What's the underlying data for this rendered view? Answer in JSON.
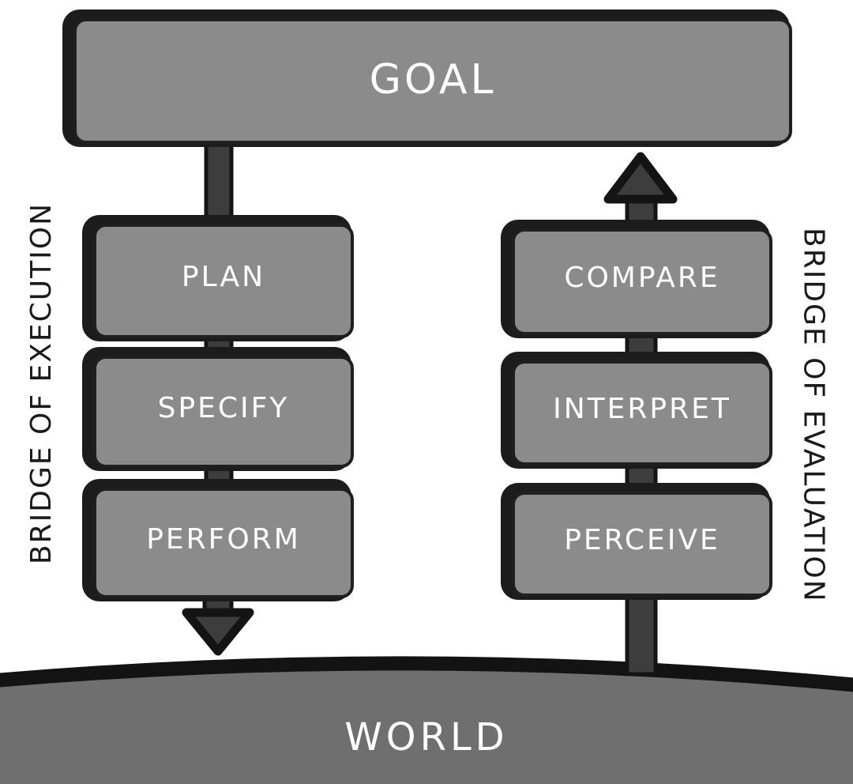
{
  "goal": {
    "label": "GOAL"
  },
  "world": {
    "label": "WORLD"
  },
  "execution": {
    "bridge_label": "BRIDGE OF EXECUTION",
    "arrow": "down",
    "from": "GOAL",
    "to": "WORLD",
    "stages": [
      {
        "label": "PLAN"
      },
      {
        "label": "SPECIFY"
      },
      {
        "label": "PERFORM"
      }
    ]
  },
  "evaluation": {
    "bridge_label": "BRIDGE OF EVALUATION",
    "arrow": "up",
    "from": "WORLD",
    "to": "GOAL",
    "stages": [
      {
        "label": "COMPARE"
      },
      {
        "label": "INTERPRET"
      },
      {
        "label": "PERCEIVE"
      }
    ]
  },
  "colors": {
    "background": "#ffffff",
    "box_fill": "#8b8b8b",
    "box_outline": "#1f1f1f",
    "box_shadow": "#1c1c1c",
    "connector_fill": "#3d3d3d",
    "connector_outline": "#141414",
    "world_fill": "#6f6f6f",
    "world_outline": "#131313",
    "stage_text": "#ffffff",
    "bridge_text": "#1a1a1a"
  }
}
